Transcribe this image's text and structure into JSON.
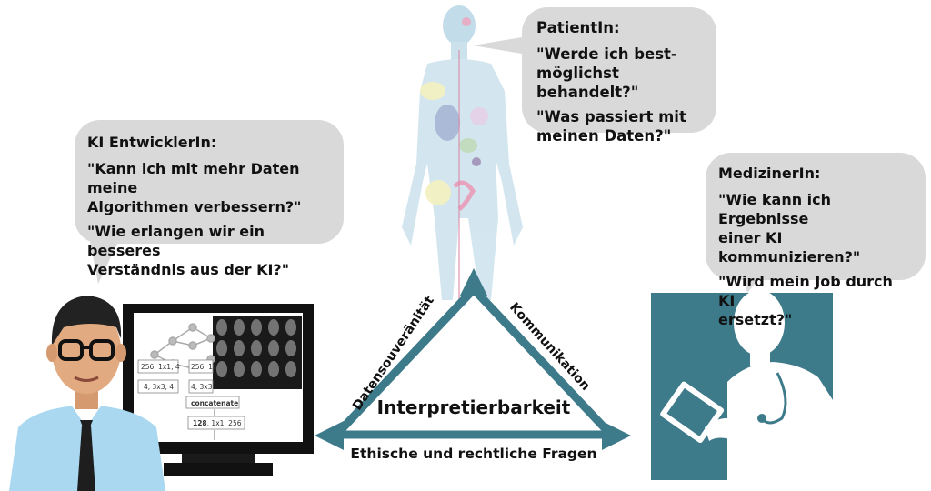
{
  "patient": {
    "role": "PatientIn:",
    "q1": "\"Werde ich best-\nmöglichst  behandelt?\"",
    "q2": "\"Was passiert mit\nmeinen Daten?\""
  },
  "developer": {
    "role": "KI EntwicklerIn:",
    "q1": "\"Kann ich mit mehr Daten meine\nAlgorithmen verbessern?\"",
    "q2": "\"Wie erlangen wir ein besseres\nVerständnis aus der KI?\""
  },
  "physician": {
    "role": "MedizinerIn:",
    "q1": "\"Wie kann ich Ergebnisse\neiner KI kommunizieren?\"",
    "q2": "\"Wird mein Job durch KI\nersetzt?\""
  },
  "triangle": {
    "left_edge": "Datensouveränität",
    "right_edge": "Kommunikation",
    "bottom_edge": "Ethische und rechtliche Fragen",
    "center": "Interpretierbarkeit"
  },
  "network": {
    "box1": "256, 1x1, 4",
    "box2": "4, 3x3, 4",
    "box3": "256, 1x",
    "box4": "4, 3x3",
    "concat": "concatenate",
    "out_bold": "128",
    "out_rest": ", 1x1, 256"
  },
  "colors": {
    "teal": "#3d7a8a",
    "bubble": "#d9d9d9",
    "body": "#cfe4ee"
  }
}
